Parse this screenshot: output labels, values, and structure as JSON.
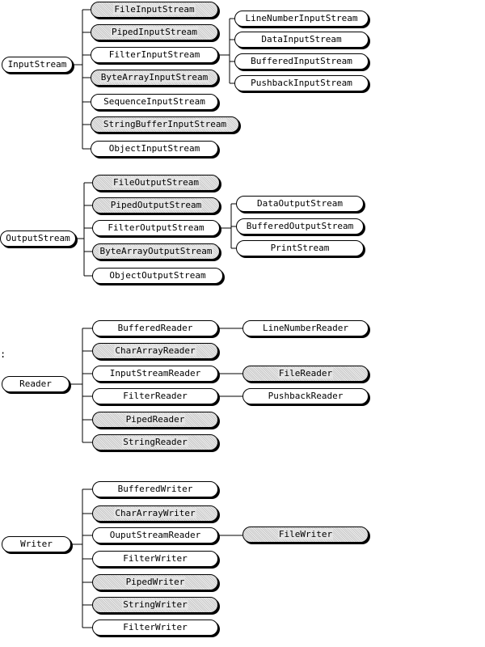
{
  "groups": [
    {
      "root": {
        "label": "InputStream"
      },
      "children": [
        {
          "label": "FileInputStream",
          "shaded": true
        },
        {
          "label": "PipedInputStream",
          "shaded": true
        },
        {
          "label": "FilterInputStream",
          "shaded": false,
          "children": [
            {
              "label": "LineNumberInputStream",
              "shaded": false
            },
            {
              "label": "DataInputStream",
              "shaded": false
            },
            {
              "label": "BufferedInputStream",
              "shaded": false
            },
            {
              "label": "PushbackInputStream",
              "shaded": false
            }
          ]
        },
        {
          "label": "ByteArrayInputStream",
          "shaded": true
        },
        {
          "label": "SequenceInputStream",
          "shaded": false
        },
        {
          "label": "StringBufferInputStream",
          "shaded": true
        },
        {
          "label": "ObjectInputStream",
          "shaded": false
        }
      ]
    },
    {
      "root": {
        "label": "OutputStream"
      },
      "children": [
        {
          "label": "FileOutputStream",
          "shaded": true
        },
        {
          "label": "PipedOutputStream",
          "shaded": true
        },
        {
          "label": "FilterOutputStream",
          "shaded": false,
          "children": [
            {
              "label": "DataOutputStream",
              "shaded": false
            },
            {
              "label": "BufferedOutputStream",
              "shaded": false
            },
            {
              "label": "PrintStream",
              "shaded": false
            }
          ]
        },
        {
          "label": "ByteArrayOutputStream",
          "shaded": true
        },
        {
          "label": "ObjectOutputStream",
          "shaded": false
        }
      ]
    },
    {
      "root": {
        "label": "Reader"
      },
      "children": [
        {
          "label": "BufferedReader",
          "shaded": false,
          "children": [
            {
              "label": "LineNumberReader",
              "shaded": false
            }
          ]
        },
        {
          "label": "CharArrayReader",
          "shaded": true
        },
        {
          "label": "InputStreamReader",
          "shaded": false,
          "children": [
            {
              "label": "FileReader",
              "shaded": true
            }
          ]
        },
        {
          "label": "FilterReader",
          "shaded": false,
          "children": [
            {
              "label": "PushbackReader",
              "shaded": false
            }
          ]
        },
        {
          "label": "PipedReader",
          "shaded": true
        },
        {
          "label": "StringReader",
          "shaded": true
        }
      ]
    },
    {
      "root": {
        "label": "Writer"
      },
      "children": [
        {
          "label": "BufferedWriter",
          "shaded": false
        },
        {
          "label": "CharArrayWriter",
          "shaded": true
        },
        {
          "label": "OuputStreamReader",
          "shaded": false,
          "children": [
            {
              "label": "FileWriter",
              "shaded": true
            }
          ]
        },
        {
          "label": "FilterWriter",
          "shaded": false
        },
        {
          "label": "PipedWriter",
          "shaded": true
        },
        {
          "label": "StringWriter",
          "shaded": true
        },
        {
          "label": "FilterWriter",
          "shaded": false
        }
      ]
    }
  ],
  "stray_mark": ":"
}
